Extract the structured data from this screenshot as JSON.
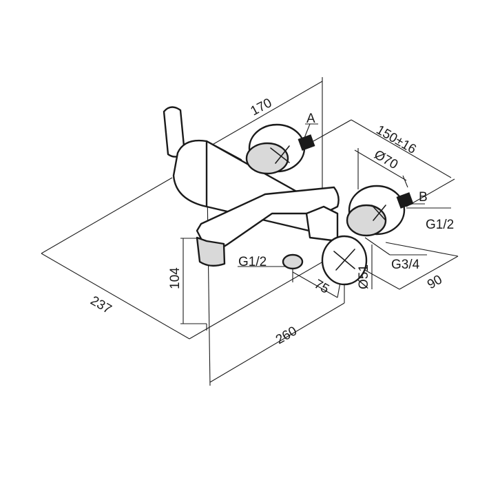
{
  "dimensions": {
    "width_170": "170",
    "offset_150": "150±16",
    "dia_70": "Ø70",
    "dia_51": "Ø51",
    "thread_g12_top": "G1/2",
    "thread_g12_bottom": "G1/2",
    "thread_g34": "G3/4",
    "depth_90": "90",
    "depth_75": "75",
    "height_104": "104",
    "length_260": "260",
    "length_237": "237"
  },
  "markers": {
    "a": "A",
    "b": "B"
  }
}
